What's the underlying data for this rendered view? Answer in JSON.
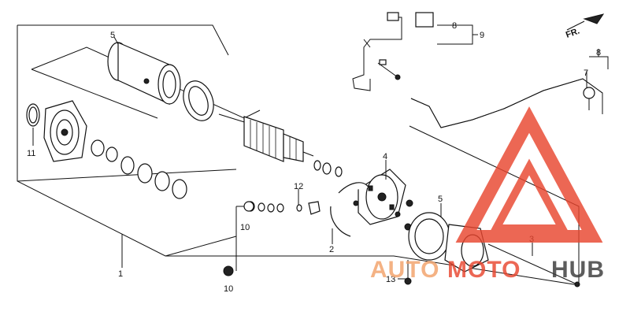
{
  "callouts": {
    "c1": "1",
    "c2": "2",
    "c3": "3",
    "c4": "4",
    "c5_top": "5",
    "c5_right": "5",
    "c7": "7",
    "c8_top": "8",
    "c8_right": "8",
    "c9": "9",
    "c10_upper": "10",
    "c10_lower": "10",
    "c11": "11",
    "c12": "12",
    "c13": "13"
  },
  "direction_label": "FR.",
  "watermark": {
    "text_a": "AUTO",
    "text_b": "MOTO",
    "text_c": "HUB",
    "color_red": "#e8462f",
    "color_orange": "#f2a26a",
    "color_dark": "#3a3a3a"
  }
}
